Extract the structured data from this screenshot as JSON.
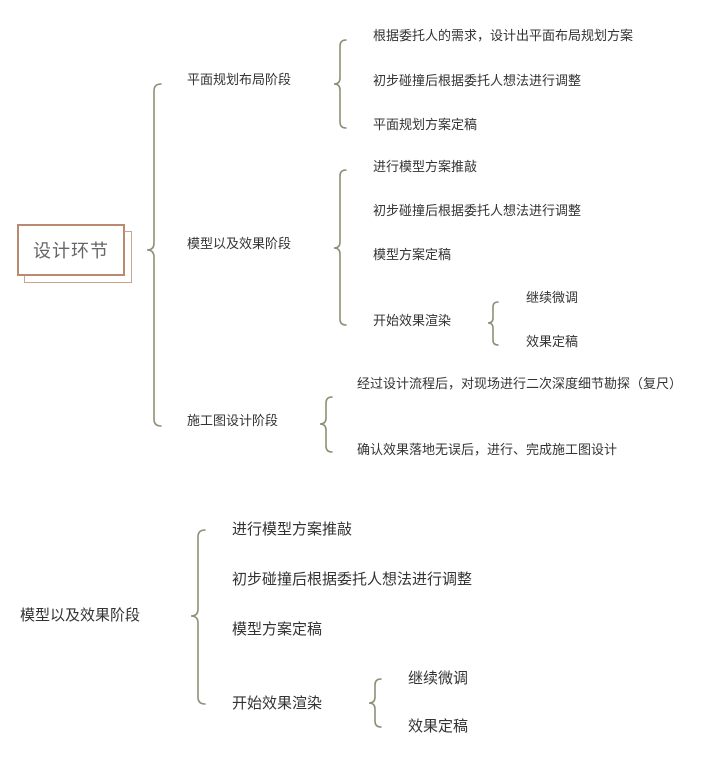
{
  "colors": {
    "brace": "#8f8f76",
    "text": "#333333",
    "root_border": "#b98a70",
    "root_text": "#666666"
  },
  "map1": {
    "root": "设计环节",
    "stage1": {
      "label": "平面规划布局阶段",
      "items": [
        "根据委托人的需求，设计出平面布局规划方案",
        "初步碰撞后根据委托人想法进行调整",
        "平面规划方案定稿"
      ]
    },
    "stage2": {
      "label": "模型以及效果阶段",
      "items": [
        "进行模型方案推敲",
        "初步碰撞后根据委托人想法进行调整",
        "模型方案定稿",
        "开始效果渲染"
      ],
      "render_children": [
        "继续微调",
        "效果定稿"
      ]
    },
    "stage3": {
      "label": "施工图设计阶段",
      "items": [
        "经过设计流程后，对现场进行二次深度细节勘探（复尺）",
        "确认效果落地无误后，进行、完成施工图设计"
      ]
    }
  },
  "map2": {
    "root": "模型以及效果阶段",
    "items": [
      "进行模型方案推敲",
      "初步碰撞后根据委托人想法进行调整",
      "模型方案定稿",
      "开始效果渲染"
    ],
    "render_children": [
      "继续微调",
      "效果定稿"
    ]
  }
}
